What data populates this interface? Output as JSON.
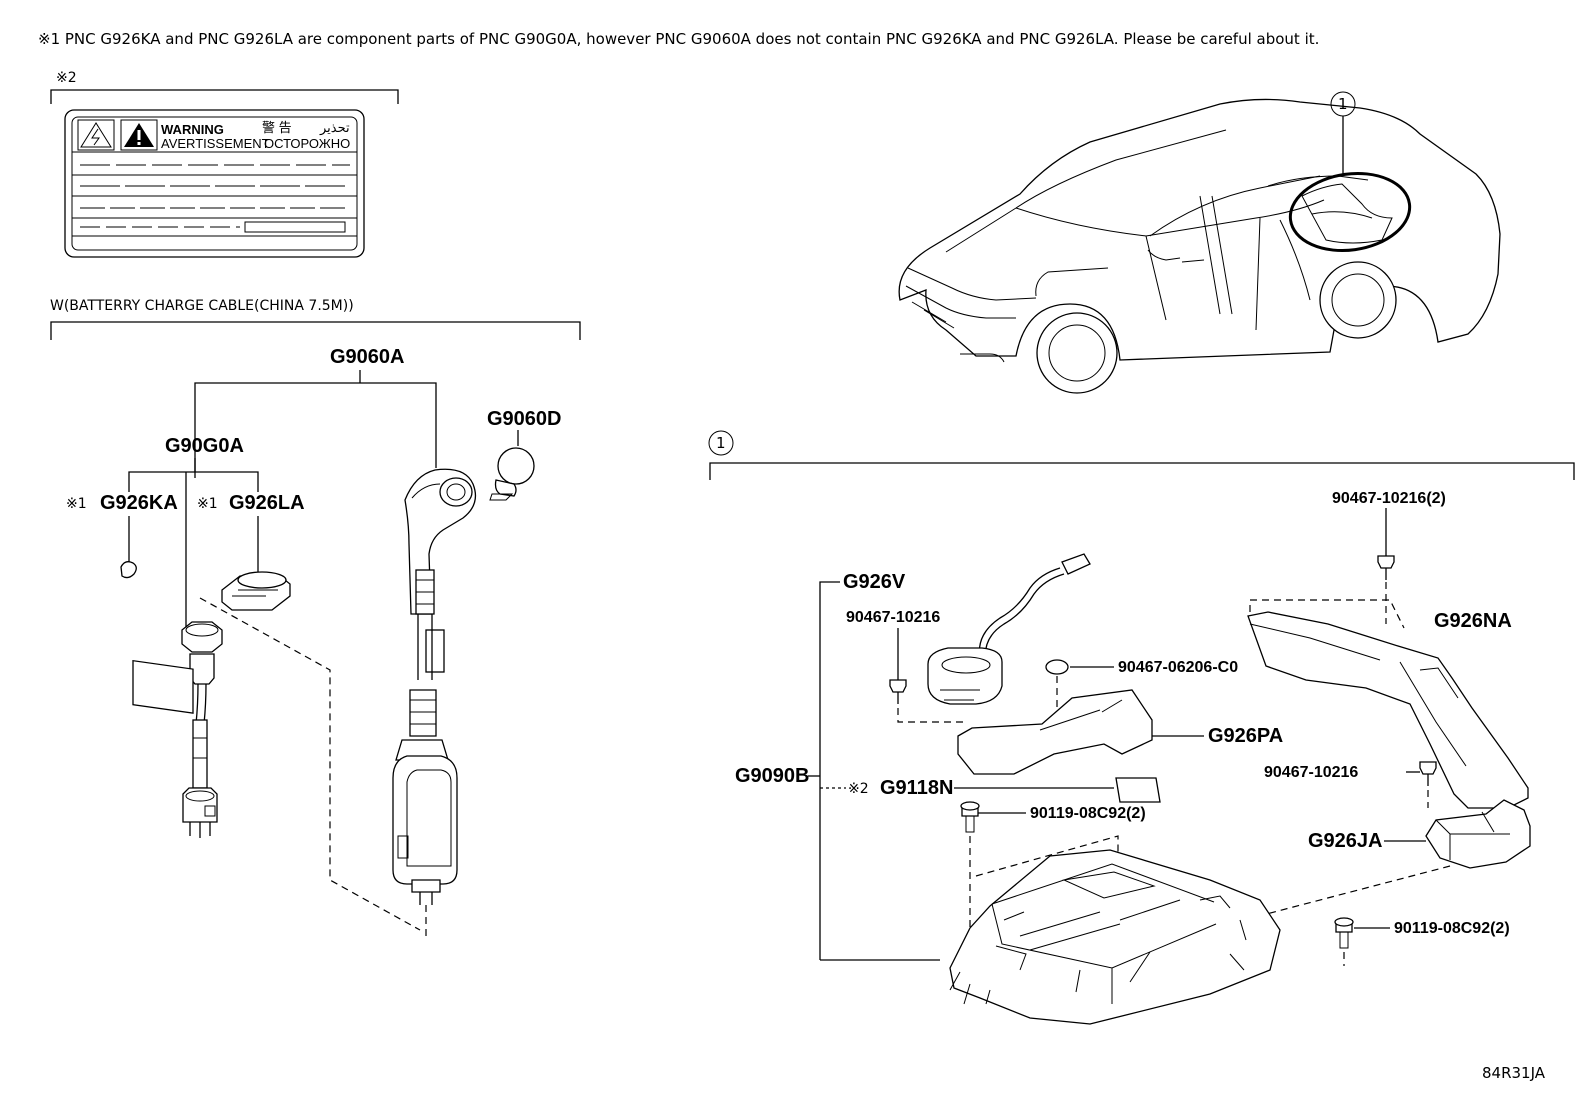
{
  "note": "※1 PNC G926KA and PNC G926LA are component parts of PNC G90G0A, however PNC G9060A does not contain PNC G926KA and PNC G926LA. Please be careful about it.",
  "label_section": {
    "ref_mark": "※2",
    "warning_en": "WARNING",
    "warning_fr": "AVERTISSEMENT",
    "warning_cn": "警 告",
    "warning_ru": "ОСТОРОЖНО",
    "warning_ar": "تحذير",
    "warning_icon": "warning-triangle-icon",
    "hv_icon": "high-voltage-icon"
  },
  "cable_section": {
    "title": "W(BATTERRY CHARGE CABLE(CHINA 7.5M))",
    "assembly": "G9060A",
    "subassembly": "G90G0A",
    "cap": "G9060D",
    "part_ka": "G926KA",
    "part_la": "G926LA",
    "ref_ka": "※1",
    "ref_la": "※1"
  },
  "vehicle": {
    "callout": "1"
  },
  "charger_section": {
    "callout": "1",
    "labels": {
      "bolt_top": "90467-10216(2)",
      "cable": "G926V",
      "clip_left": "90467-10216",
      "grommet": "90467-06206-C0",
      "duct_small": "G926PA",
      "duct_long": "G926NA",
      "clip_right": "90467-10216",
      "charger": "G9090B",
      "label_ref": "※2",
      "label_part": "G9118N",
      "bolt_mid": "90119-08C92(2)",
      "bracket": "G926JA",
      "bolt_bottom": "90119-08C92(2)"
    }
  },
  "footer": {
    "code": "84R31JA"
  }
}
